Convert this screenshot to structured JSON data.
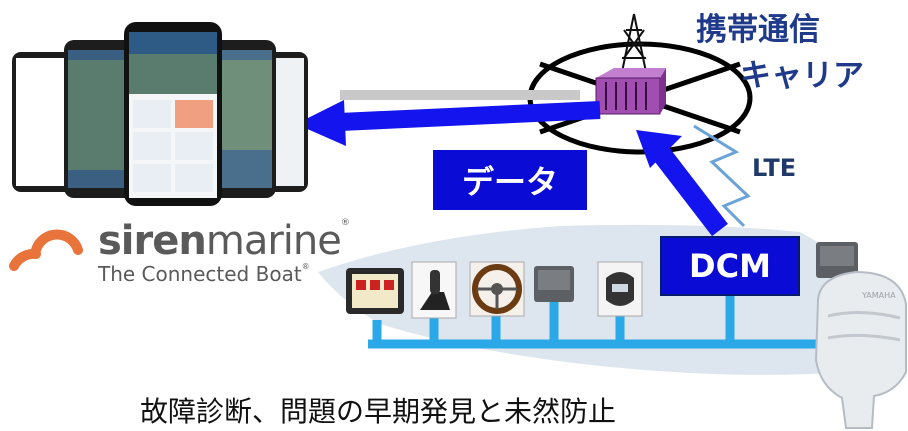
{
  "carrier": {
    "line1": "携帯通信",
    "line2": "キャリア"
  },
  "link": {
    "lte": "LTE"
  },
  "data_box": {
    "label": "データ"
  },
  "dcm_box": {
    "label": "DCM"
  },
  "brand": {
    "name_bold": "siren",
    "name_light": "marine",
    "trademark": "®",
    "tagline": "The Connected Boat",
    "tagline_mark": "®"
  },
  "caption": "故障診断、問題の早期発見と未然防止",
  "engine_brand": "YAMAHA",
  "colors": {
    "arrow_blue": "#1414ee",
    "box_blue": "#0b0bd6",
    "bus_cyan": "#2aa8e8",
    "hull_grey": "#dde6ee",
    "label_navy": "#1f3a8a",
    "brand_orange": "#e8743b",
    "brand_grey": "#5a5a5a",
    "tower_purple": "#a04fb0"
  },
  "icons": [
    "cell-tower-icon",
    "antenna-icon",
    "network-hub-icon",
    "smartphone-icon",
    "lightning-link-icon",
    "outboard-engine-icon",
    "display-icon",
    "throttle-icon",
    "steering-wheel-icon",
    "ecu-module-icon",
    "remote-icon"
  ]
}
